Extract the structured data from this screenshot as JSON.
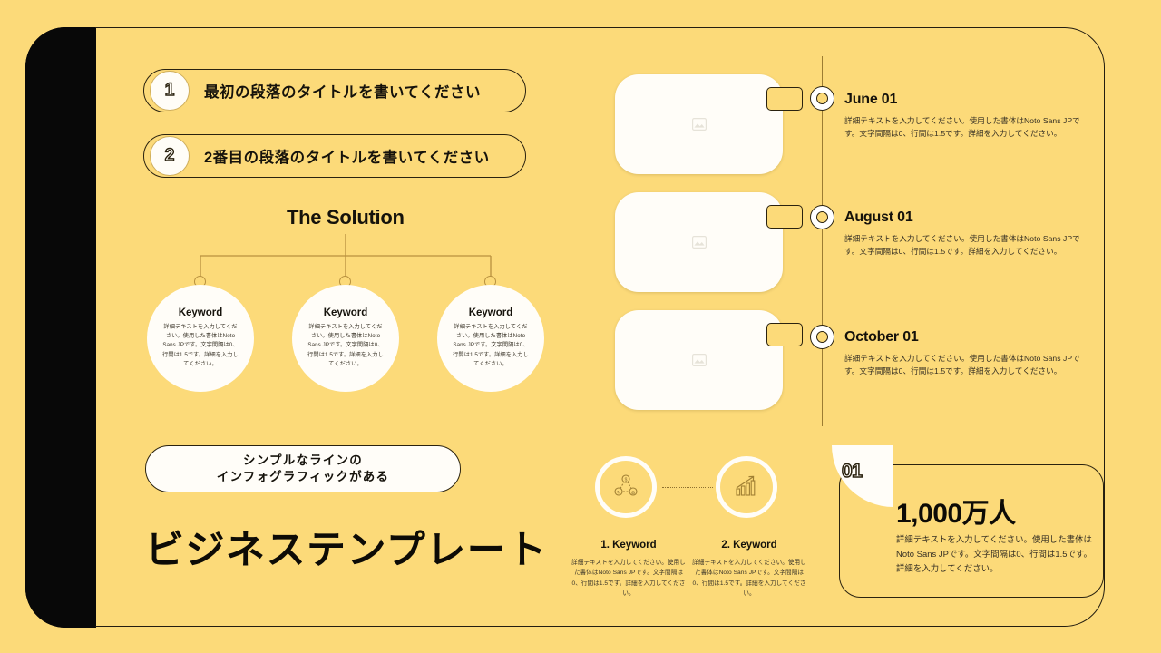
{
  "theme": {
    "background": "#fcda79",
    "panel": "#080808",
    "card": "#fffdf8",
    "outline": "#2a220f",
    "accent_line": "#9c7c32"
  },
  "paragraphs": [
    {
      "number": "1",
      "label": "最初の段落のタイトルを書いてください"
    },
    {
      "number": "2",
      "label": "2番目の段落のタイトルを書いてください"
    }
  ],
  "solution": {
    "title": "The Solution",
    "keywords": [
      {
        "title": "Keyword",
        "body": "詳細テキストを入力してください。使用した書体はNoto Sans JPです。文字間隔は0、行間は1.5です。詳細を入力してください。"
      },
      {
        "title": "Keyword",
        "body": "詳細テキストを入力してください。使用した書体はNoto Sans JPです。文字間隔は0、行間は1.5です。詳細を入力してください。"
      },
      {
        "title": "Keyword",
        "body": "詳細テキストを入力してください。使用した書体はNoto Sans JPです。文字間隔は0、行間は1.5です。詳細を入力してください。"
      }
    ]
  },
  "image_cards": [
    {
      "icon": "image-placeholder-icon"
    },
    {
      "icon": "image-placeholder-icon"
    },
    {
      "icon": "image-placeholder-icon"
    }
  ],
  "timeline": [
    {
      "title": "June 01",
      "body": "詳細テキストを入力してください。使用した書体はNoto Sans JPです。文字間隔は0、行間は1.5です。詳細を入力してください。"
    },
    {
      "title": "August 01",
      "body": "詳細テキストを入力してください。使用した書体はNoto Sans JPです。文字間隔は0、行間は1.5です。詳細を入力してください。"
    },
    {
      "title": "October 01",
      "body": "詳細テキストを入力してください。使用した書体はNoto Sans JPです。文字間隔は0、行間は1.5です。詳細を入力してください。"
    }
  ],
  "headline": {
    "tag_line1": "シンプルなラインの",
    "tag_line2": "インフォグラフィックがある",
    "title": "ビジネステンプレート"
  },
  "icon_keywords": [
    {
      "icon": "cycle-network-icon",
      "title": "1. Keyword",
      "body": "詳細テキストを入力してください。使用した書体はNoto Sans JPです。文字間隔は0、行間は1.5です。詳細を入力してください。"
    },
    {
      "icon": "growth-bar-chart-icon",
      "title": "2. Keyword",
      "body": "詳細テキストを入力してください。使用した書体はNoto Sans JPです。文字間隔は0、行間は1.5です。詳細を入力してください。"
    }
  ],
  "stat": {
    "badge": "01",
    "value": "1,000万人",
    "body": "詳細テキストを入力してください。使用した書体はNoto Sans JPです。文字間隔は0、行間は1.5です。詳細を入力してください。"
  }
}
